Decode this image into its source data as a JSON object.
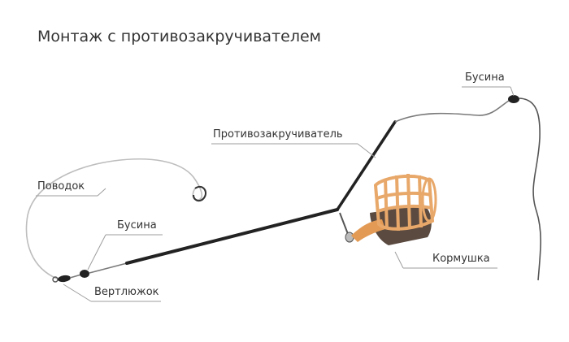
{
  "title": "Монтаж с противозакручивателем",
  "labels": {
    "bead_top": "Бусина",
    "anti_twist": "Противозакручиватель",
    "leader": "Поводок",
    "bead_mid": "Бусина",
    "feeder": "Кормушка",
    "swivel": "Вертлюжок"
  },
  "colors": {
    "line": "#7a7a7a",
    "rod": "#222222",
    "feeder_cage": "#e8a86a",
    "feeder_base": "#5a4a40",
    "leader_line": "#c8c8c8"
  }
}
